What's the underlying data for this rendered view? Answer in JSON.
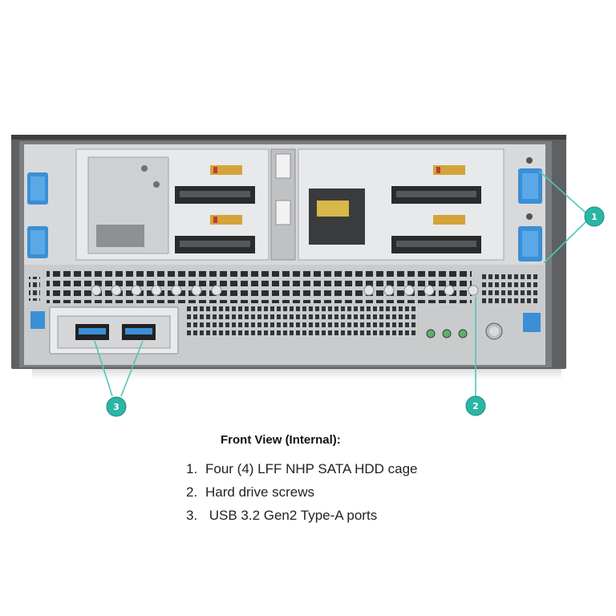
{
  "figure": {
    "callouts": [
      {
        "label": "1",
        "target": "hdd-cage"
      },
      {
        "label": "2",
        "target": "hard-drive-screws"
      },
      {
        "label": "3",
        "target": "usb-ports"
      }
    ],
    "colors": {
      "callout_fill": "#2bb5a5",
      "callout_line": "#4fc6b8",
      "drive_latch_blue": "#3a8fd6",
      "chassis_frame": "#6a6c6f",
      "chassis_panel": "#c9cbcd",
      "bay_interior": "#e7e8e9"
    }
  },
  "caption": {
    "title": "Front View (Internal):",
    "items": [
      {
        "num": "1.",
        "text": "Four (4) LFF NHP SATA HDD cage"
      },
      {
        "num": "2.",
        "text": "Hard drive screws"
      },
      {
        "num": "3.",
        "text": " USB 3.2 Gen2 Type-A ports"
      }
    ]
  }
}
